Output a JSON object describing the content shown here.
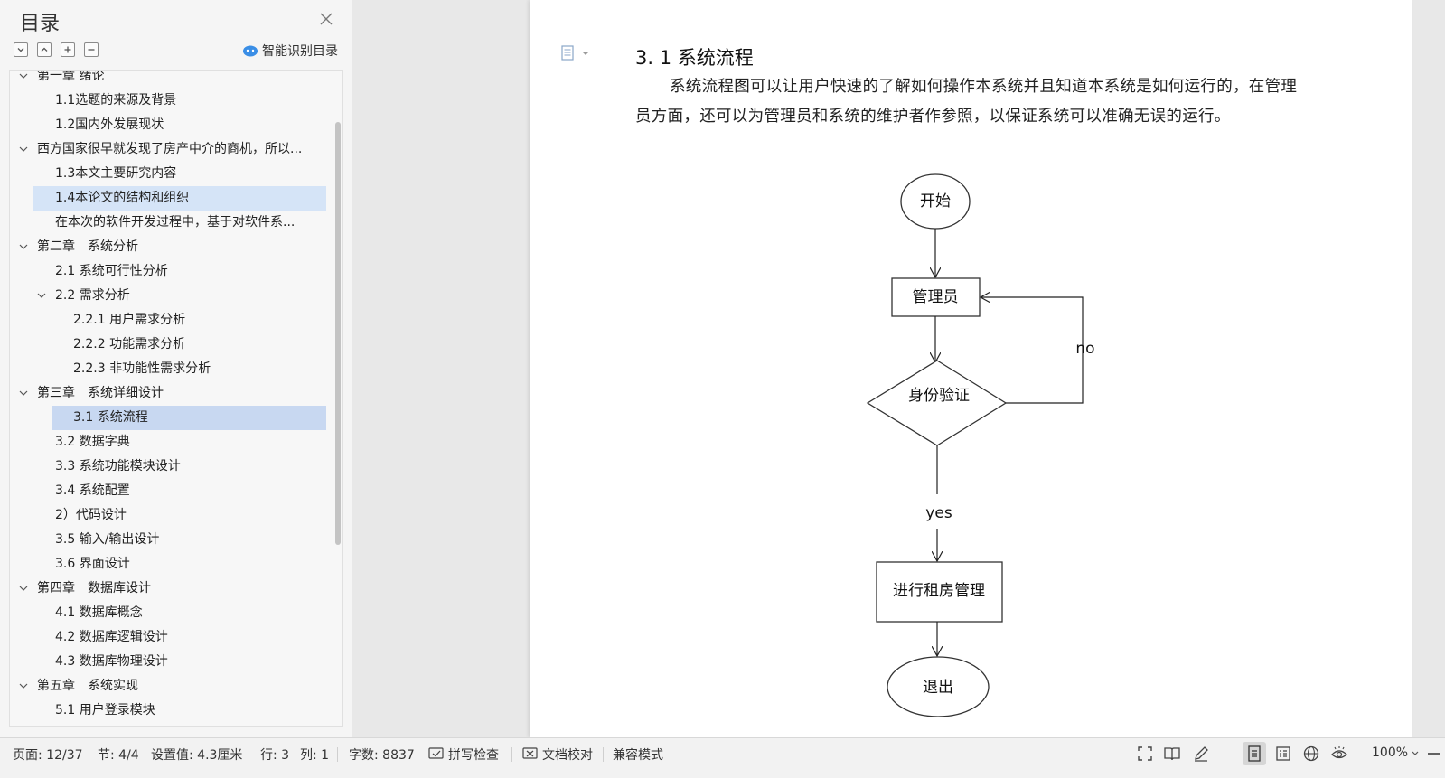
{
  "toc": {
    "title": "目录",
    "smart_label": "智能识别目录",
    "items": [
      {
        "label": "第一章 绪论",
        "level": 0,
        "expanded": true,
        "selected": "none"
      },
      {
        "label": "1.1选题的来源及背景",
        "level": 1,
        "expanded": null,
        "selected": "none"
      },
      {
        "label": "1.2国内外发展现状",
        "level": 1,
        "expanded": null,
        "selected": "none"
      },
      {
        "label": "西方国家很早就发现了房产中介的商机，所以...",
        "level": 0,
        "expanded": true,
        "selected": "none"
      },
      {
        "label": "1.3本文主要研究内容",
        "level": 1,
        "expanded": null,
        "selected": "none"
      },
      {
        "label": "1.4本论文的结构和组织",
        "level": 1,
        "expanded": null,
        "selected": "light"
      },
      {
        "label": "在本次的软件开发过程中，基于对软件系...",
        "level": 1,
        "expanded": null,
        "selected": "none"
      },
      {
        "label": "第二章　系统分析",
        "level": 0,
        "expanded": true,
        "selected": "none"
      },
      {
        "label": "2.1 系统可行性分析",
        "level": 1,
        "expanded": null,
        "selected": "none"
      },
      {
        "label": "2.2 需求分析",
        "level": 1,
        "expanded": true,
        "selected": "none"
      },
      {
        "label": "2.2.1 用户需求分析",
        "level": 2,
        "expanded": null,
        "selected": "none"
      },
      {
        "label": "2.2.2 功能需求分析",
        "level": 2,
        "expanded": null,
        "selected": "none"
      },
      {
        "label": "2.2.3 非功能性需求分析",
        "level": 2,
        "expanded": null,
        "selected": "none"
      },
      {
        "label": " 第三章　系统详细设计",
        "level": 0,
        "expanded": true,
        "selected": "none"
      },
      {
        "label": "3.1 系统流程",
        "level": 2,
        "expanded": null,
        "selected": "strong"
      },
      {
        "label": "3.2 数据字典",
        "level": 1,
        "expanded": null,
        "selected": "none"
      },
      {
        "label": "3.3 系统功能模块设计",
        "level": 1,
        "expanded": null,
        "selected": "none"
      },
      {
        "label": "3.4 系统配置",
        "level": 1,
        "expanded": null,
        "selected": "none"
      },
      {
        "label": "2）代码设计",
        "level": 1,
        "expanded": null,
        "selected": "none"
      },
      {
        "label": "3.5 输入/输出设计",
        "level": 1,
        "expanded": null,
        "selected": "none"
      },
      {
        "label": "3.6 界面设计",
        "level": 1,
        "expanded": null,
        "selected": "none"
      },
      {
        "label": "第四章　数据库设计",
        "level": 0,
        "expanded": true,
        "selected": "none"
      },
      {
        "label": "4.1 数据库概念",
        "level": 1,
        "expanded": null,
        "selected": "none"
      },
      {
        "label": "4.2 数据库逻辑设计",
        "level": 1,
        "expanded": null,
        "selected": "none"
      },
      {
        "label": "4.3 数据库物理设计",
        "level": 1,
        "expanded": null,
        "selected": "none"
      },
      {
        "label": " 第五章　系统实现",
        "level": 0,
        "expanded": true,
        "selected": "none"
      },
      {
        "label": "5.1 用户登录模块",
        "level": 1,
        "expanded": null,
        "selected": "none"
      }
    ]
  },
  "document": {
    "heading": "3. 1 系统流程",
    "paragraph": "系统流程图可以让用户快速的了解如何操作本系统并且知道本系统是如何运行的，在管理员方面，还可以为管理员和系统的维护者作参照，以保证系统可以准确无误的运行。",
    "flowchart": {
      "start": "开始",
      "admin": "管理员",
      "verify": "身份验证",
      "no_label": "no",
      "yes_label": "yes",
      "manage": "进行租房管理",
      "exit": "退出"
    }
  },
  "status": {
    "page": "页面: 12/37",
    "section": "节: 4/4",
    "setting": "设置值: 4.3厘米",
    "row": "行: 3",
    "col": "列: 1",
    "words": "字数: 8837",
    "spellcheck": "拼写检查",
    "proofread": "文档校对",
    "compat": "兼容模式",
    "zoom": "100%"
  },
  "colors": {
    "selection_light": "#d5e4f7",
    "selection_strong": "#c8d8f1",
    "smart_icon": "#3a8ee6"
  }
}
